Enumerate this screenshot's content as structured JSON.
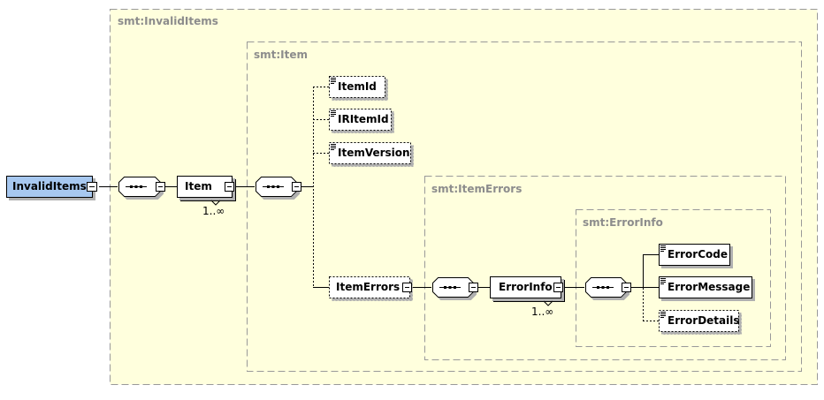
{
  "groups": {
    "invalid_items": "smt:InvalidItems",
    "item": "smt:Item",
    "item_errors": "smt:ItemErrors",
    "error_info": "smt:ErrorInfo"
  },
  "elements": {
    "invalid_items": "InvalidItems",
    "item": "Item",
    "item_id": "ItemId",
    "ir_item_id": "IRItemId",
    "item_version": "ItemVersion",
    "item_errors": "ItemErrors",
    "error_info": "ErrorInfo",
    "error_code": "ErrorCode",
    "error_message": "ErrorMessage",
    "error_details": "ErrorDetails"
  },
  "occurrences": {
    "item": "1..∞",
    "error_info": "1..∞"
  },
  "colors": {
    "group_fill": "#ffffdd",
    "group_border": "#999999",
    "root_fill": "#a7c8f0",
    "element_fill": "#ffffff",
    "line": "#000000",
    "label_gray": "#8c8c8c"
  }
}
